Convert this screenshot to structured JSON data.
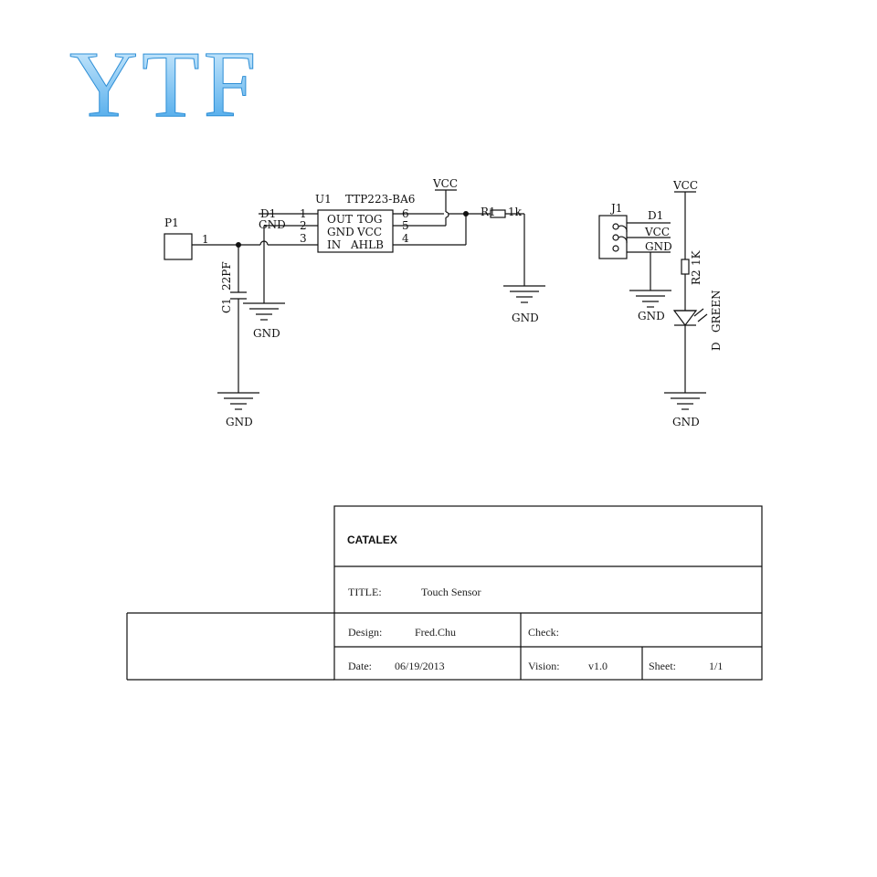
{
  "logo": {
    "text": "YTF",
    "color_top": "#dff3ff",
    "color_bottom": "#3aa0e8"
  },
  "schematic": {
    "p1": {
      "ref": "P1",
      "pin": "1"
    },
    "u1": {
      "ref": "U1",
      "part": "TTP223-BA6",
      "pins": {
        "p1": "1",
        "p2": "2",
        "p3": "3",
        "p4": "4",
        "p5": "5",
        "p6": "6"
      },
      "labels": {
        "out": "OUT",
        "tog": "TOG",
        "gnd": "GND",
        "vcc": "VCC",
        "in": "IN",
        "ahlb": "AHLB"
      }
    },
    "net_d1": "D1",
    "net_gnd": "GND",
    "vcc1": "VCC",
    "r1": {
      "ref": "R1",
      "value": "1k"
    },
    "gnd_r1": "GND",
    "c1": {
      "ref": "C1",
      "value": "22PF"
    },
    "gnd_p1": "GND",
    "gnd_c1": "GND",
    "j1": {
      "ref": "J1",
      "d1": "D1",
      "vcc": "VCC",
      "gnd": "GND"
    },
    "gnd_j1": "GND",
    "vcc2": "VCC",
    "r2": {
      "ref": "R2",
      "value": "1K"
    },
    "led": {
      "ref": "D",
      "value": "GREEN"
    },
    "gnd_led": "GND"
  },
  "titleblock": {
    "company": "CATALEX",
    "title_label": "TITLE:",
    "title_value": "Touch Sensor",
    "design_label": "Design:",
    "design_value": "Fred.Chu",
    "check_label": "Check:",
    "date_label": "Date:",
    "date_value": "06/19/2013",
    "vision_label": "Vision:",
    "vision_value": "v1.0",
    "sheet_label": "Sheet:",
    "sheet_value": "1/1"
  }
}
